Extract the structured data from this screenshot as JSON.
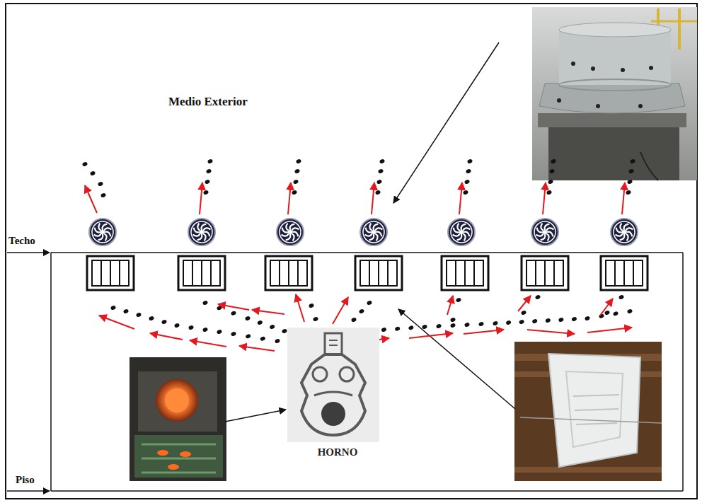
{
  "diagram": {
    "nodes": [
      {
        "text": [
          "HORNO"
        ]
      }
    ],
    "labels": [
      "Medio Exterior",
      "Techo",
      "Piso"
    ]
  }
}
